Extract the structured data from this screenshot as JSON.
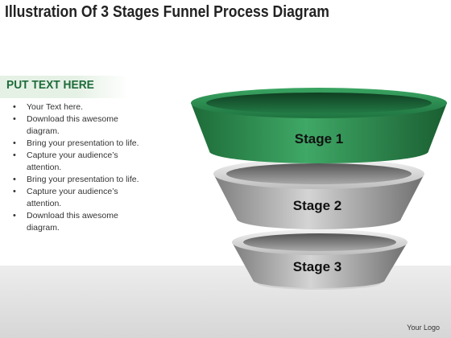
{
  "title": "Illustration Of 3 Stages Funnel Process Diagram",
  "heading": "PUT TEXT HERE",
  "bullets": [
    "Your Text here.",
    "Download this awesome diagram.",
    "Bring your presentation to life.",
    "Capture your audience’s attention.",
    "Bring your presentation to life.",
    "Capture your audience’s attention.",
    "Download this awesome diagram."
  ],
  "stages": [
    {
      "label": "Stage 1",
      "color": "#2e8b4f"
    },
    {
      "label": "Stage 2",
      "color": "#9c9c9c"
    },
    {
      "label": "Stage 3",
      "color": "#9c9c9c"
    }
  ],
  "logo": "Your Logo"
}
